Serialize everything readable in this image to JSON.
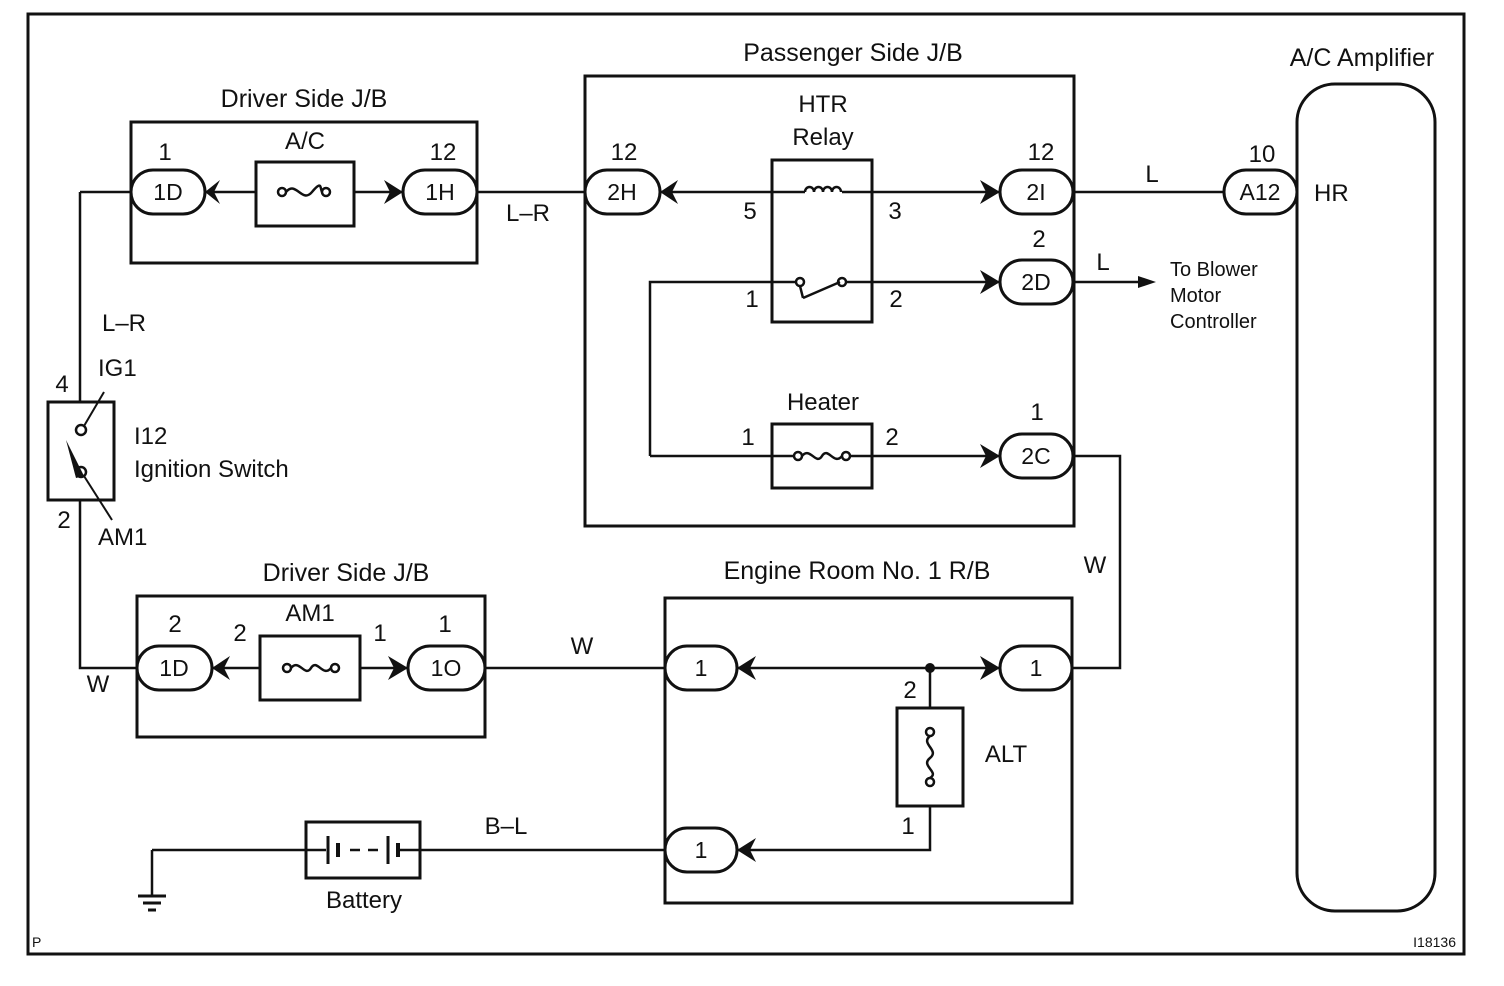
{
  "blocks": {
    "driver_jb_top": "Driver Side J/B",
    "passenger_jb": "Passenger Side J/B",
    "ac_amplifier": "A/C Amplifier",
    "driver_jb_bottom": "Driver Side J/B",
    "engine_room_rb": "Engine Room No. 1 R/B"
  },
  "components": {
    "ac_fuse": "A/C",
    "htr_relay_1": "HTR",
    "htr_relay_2": "Relay",
    "heater_fuse": "Heater",
    "am1_fuse": "AM1",
    "alt_fuse": "ALT",
    "battery": "Battery",
    "ignition_code": "I12",
    "ignition_name": "Ignition Switch",
    "ig1": "IG1",
    "am1_terminal": "AM1",
    "hr": "HR"
  },
  "connectors": {
    "c1d_top": "1D",
    "c1h": "1H",
    "c2h": "2H",
    "c2i": "2I",
    "c2d": "2D",
    "c2c": "2C",
    "ca12": "A12",
    "c1d_bottom": "1D",
    "c1o": "1O",
    "er_left_top": "1",
    "er_right_top": "1",
    "er_left_bottom": "1"
  },
  "pins": {
    "p1d_top": "1",
    "p1h": "12",
    "p2h": "12",
    "p2i": "12",
    "pa12": "10",
    "p2d": "2",
    "p2c": "1",
    "relay_5": "5",
    "relay_3": "3",
    "relay_1": "1",
    "relay_2": "2",
    "heater_1": "1",
    "heater_2": "2",
    "ign_4": "4",
    "ign_2": "2",
    "p1d_bottom": "2",
    "am1_2": "2",
    "am1_1": "1",
    "p1o": "1",
    "alt_2": "2",
    "alt_1": "1"
  },
  "wires": {
    "lr_mid": "L–R",
    "lr_left": "L–R",
    "l_top": "L",
    "l_blower": "L",
    "w_right": "W",
    "w_mid": "W",
    "w_left": "W",
    "bl": "B–L"
  },
  "notes": {
    "blower_1": "To Blower",
    "blower_2": "Motor",
    "blower_3": "Controller",
    "corner_p": "P",
    "figure_id": "I18136"
  }
}
